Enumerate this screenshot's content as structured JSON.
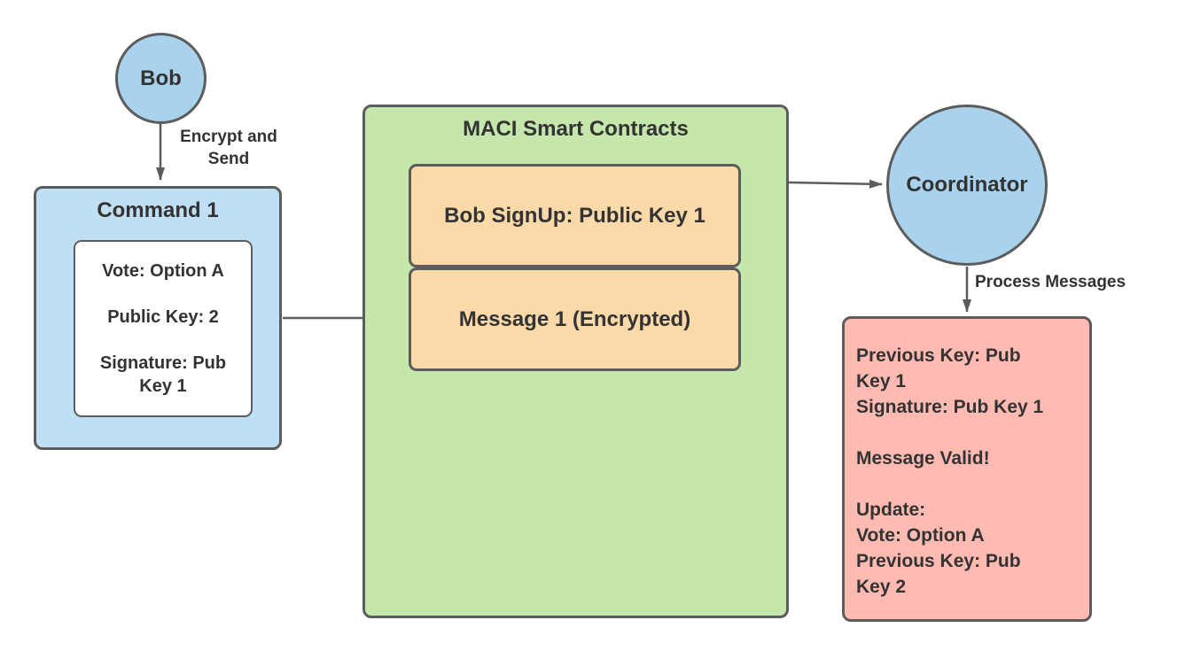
{
  "diagram": {
    "nodes": {
      "bob": {
        "label": "Bob"
      },
      "command": {
        "title": "Command 1",
        "body": "Vote: Option A\n\nPublic Key: 2\n\nSignature: Pub\nKey 1"
      },
      "contracts": {
        "title": "MACI Smart Contracts",
        "signup_record": "Bob SignUp: Public Key 1",
        "message_record": "Message 1 (Encrypted)"
      },
      "coordinator": {
        "label": "Coordinator"
      },
      "result": {
        "body": "Previous Key: Pub\nKey 1\nSignature: Pub Key 1\n\nMessage Valid!\n\nUpdate:\nVote: Option A\nPrevious Key: Pub\nKey 2"
      }
    },
    "edge_labels": {
      "encrypt_send": "Encrypt and\nSend",
      "process_messages": "Process Messages"
    },
    "colors": {
      "circle_fill": "#a9d2ec",
      "command_fill": "#bfe0f4",
      "contracts_fill": "#c5e7ac",
      "record_fill": "#fcd9a8",
      "result_fill": "#ffbab1",
      "stroke": "#5c5c5c",
      "text": "#333333",
      "background": "#ffffff"
    }
  }
}
